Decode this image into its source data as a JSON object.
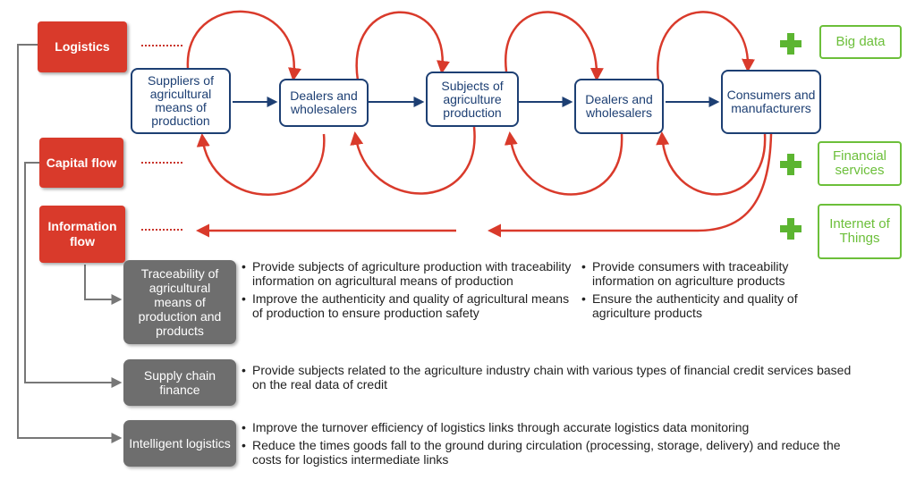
{
  "flows": {
    "logistics": "Logistics",
    "capital": "Capital flow",
    "information": "Information flow"
  },
  "chain": [
    "Suppliers of agricultural means of production",
    "Dealers and wholesalers",
    "Subjects of agriculture production",
    "Dealers and wholesalers",
    "Consumers and manufacturers"
  ],
  "enablers": [
    "Big data",
    "Financial services",
    "Internet of Things"
  ],
  "applications": {
    "traceability": {
      "label": "Traceability of agricultural means of production and products",
      "left": [
        "Provide subjects of agriculture production with traceability information on agricultural means of production",
        "Improve the authenticity and quality of agricultural means of production to ensure production safety"
      ],
      "right": [
        "Provide consumers with traceability information on agriculture products",
        "Ensure the authenticity and quality of agriculture products"
      ]
    },
    "finance": {
      "label": "Supply chain finance",
      "items": [
        "Provide subjects related to the agriculture industry chain with various types of financial credit services based on the real data of credit"
      ]
    },
    "logistics": {
      "label": "Intelligent logistics",
      "items": [
        "Improve the turnover efficiency of logistics links through accurate logistics data monitoring",
        "Reduce the times goods fall to the ground during circulation (processing, storage, delivery) and reduce the costs for logistics intermediate links"
      ]
    }
  },
  "colors": {
    "flow_red": "#d93a2b",
    "chain_blue": "#1d3f73",
    "enabler_green": "#6cbf3a",
    "application_gray": "#6e6e6e"
  }
}
